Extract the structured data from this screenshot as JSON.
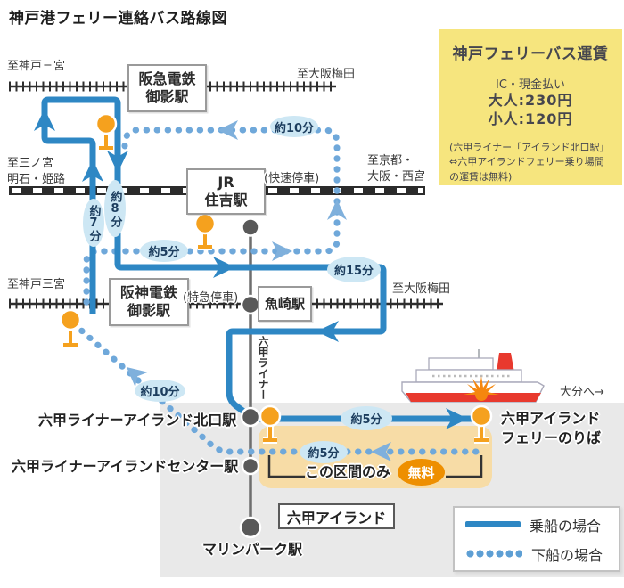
{
  "title": "神戸港フェリー連絡バス路線図",
  "fare_box": {
    "title": "神戸フェリーバス運賃",
    "payment": "IC・現金払い",
    "adult": "大人:230円",
    "child": "小人:120円",
    "note_line1": "(六甲ライナー「アイランド北口駅」",
    "note_line2": "⇔六甲アイランドフェリー乗り場間",
    "note_line3": "の運賃は無料)"
  },
  "stations": {
    "hankyu_box": {
      "l1": "阪急電鉄",
      "l2": "御影駅"
    },
    "jr_box": {
      "l1": "JR",
      "l2": "住吉駅"
    },
    "hanshin_box": {
      "l1": "阪神電鉄",
      "l2": "御影駅"
    },
    "uozaki": "魚崎駅",
    "rokko_liner": "六甲ライナー",
    "island_north": "六甲ライナーアイランド北口駅",
    "island_center": "六甲ライナーアイランドセンター駅",
    "marine_park": "マリンパーク駅",
    "island_label": "六甲アイランド",
    "ferry_stop": {
      "l1": "六甲アイランド",
      "l2": "フェリーのりば"
    }
  },
  "directions": {
    "hankyu_west": "至神戸三宮",
    "hankyu_east": "至大阪梅田",
    "jr_west_l1": "至三ノ宮",
    "jr_west_l2": "明石・姫路",
    "jr_east_l1": "至京都・",
    "jr_east_l2": "大阪・西宮",
    "hanshin_west": "至神戸三宮",
    "hanshin_east": "至大阪梅田",
    "ferry_dest": "大分へ→"
  },
  "notes": {
    "rapid_stop": "(快速停車)",
    "express_stop": "(特急停車)",
    "free_section": "この区間のみ",
    "free_badge": "無料"
  },
  "times": {
    "t10_top": "約10分",
    "t7": "約7分",
    "t8": "約8分",
    "t5_mid": "約5分",
    "t15": "約15分",
    "t10_diag": "約10分",
    "t5_board": "約5分",
    "t5_alight": "約5分"
  },
  "legend": {
    "board": "乗船の場合",
    "alight": "下船の場合"
  },
  "colors": {
    "route_solid": "#2E87C4",
    "route_dotted": "#6FA8DA",
    "time_pill_bg": "#CDE7F4",
    "bus_stop_orange": "#F5A11E",
    "free_badge_bg": "#EE8F00",
    "fare_box_bg": "#F6E57E",
    "island_bg": "#E9E9E9",
    "free_zone_bg": "#F7DCA6",
    "railway_dark": "#2e2e2e",
    "rokko_liner_gray": "#6e6e6e",
    "ferry_red": "#E8392E",
    "sun_orange": "#F5870F"
  }
}
